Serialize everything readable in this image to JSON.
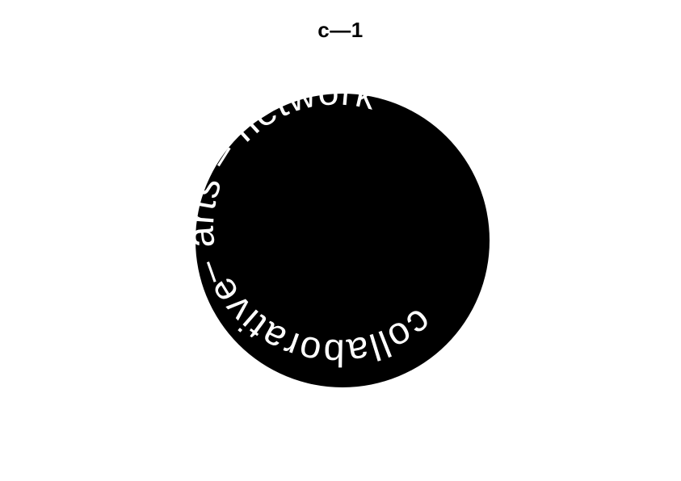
{
  "logo": {
    "title": "c—1",
    "ring_top": "– arts – network",
    "ring_bottom": "collaborative",
    "disc_color": "#000000",
    "text_color": "#ffffff",
    "background_color": "#ffffff"
  }
}
